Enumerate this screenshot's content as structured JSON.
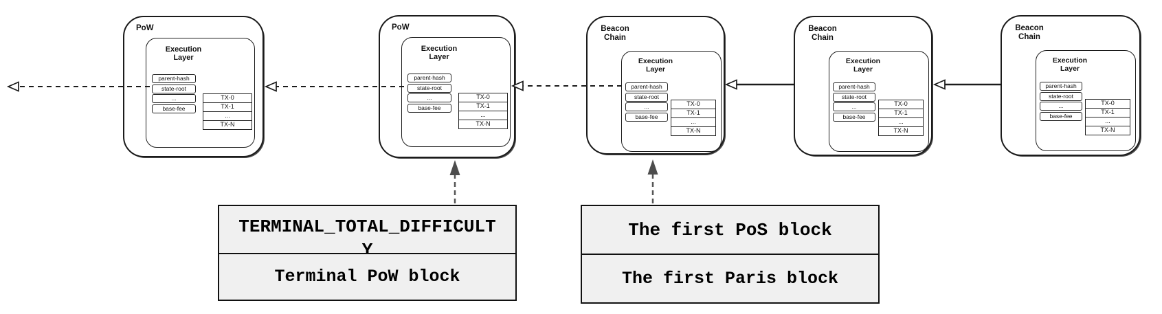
{
  "diagram": {
    "blocks": [
      {
        "id": "pow-1",
        "type": "pow",
        "title": "PoW"
      },
      {
        "id": "pow-2",
        "type": "pow",
        "title": "PoW"
      },
      {
        "id": "beacon-1",
        "type": "beacon",
        "title": "Beacon Chain"
      },
      {
        "id": "beacon-2",
        "type": "beacon",
        "title": "Beacon Chain"
      },
      {
        "id": "beacon-3",
        "type": "beacon",
        "title": "Beacon Chain"
      }
    ],
    "execution_layer": {
      "title": "Execution Layer",
      "header_fields": [
        "parent-hash",
        "state-root",
        "...",
        "base-fee"
      ],
      "transactions": [
        "TX-0",
        "TX-1",
        "...",
        "TX-N"
      ]
    },
    "annotations": [
      {
        "id": "terminal",
        "rows": [
          "TERMINAL_TOTAL_DIFFICULTY",
          "Terminal PoW block"
        ]
      },
      {
        "id": "paris",
        "rows": [
          "The first PoS block",
          "The first Paris block"
        ]
      }
    ],
    "colors": {
      "line": "#1b1b1b",
      "annotation_bg": "#f0f0f0",
      "up_arrow": "#4d4d4d",
      "block_bg": "#ffffff"
    }
  }
}
